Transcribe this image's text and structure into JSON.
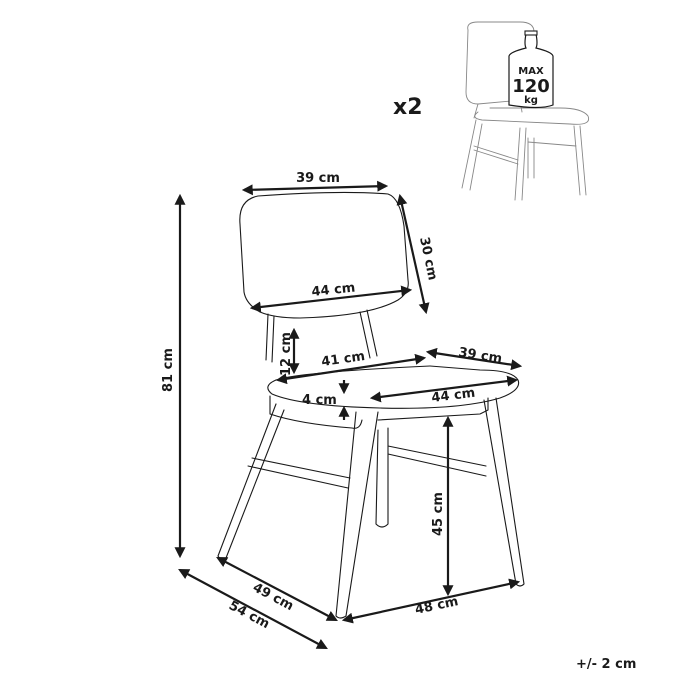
{
  "quantity": "x2",
  "max_load": {
    "line1": "MAX",
    "line2": "120",
    "line3": "kg"
  },
  "dimensions": {
    "backrest_top_width": "39 cm",
    "backrest_height": "30 cm",
    "backrest_bottom_width": "44 cm",
    "total_height": "81 cm",
    "backrest_gap": "12 cm",
    "seat_depth": "41 cm",
    "seat_back_width": "39 cm",
    "seat_front_width": "44 cm",
    "seat_thickness": "4 cm",
    "seat_height": "45 cm",
    "leg_side_depth": "49 cm",
    "total_depth": "54 cm",
    "leg_front_width": "48 cm"
  },
  "tolerance": "+/- 2 cm"
}
